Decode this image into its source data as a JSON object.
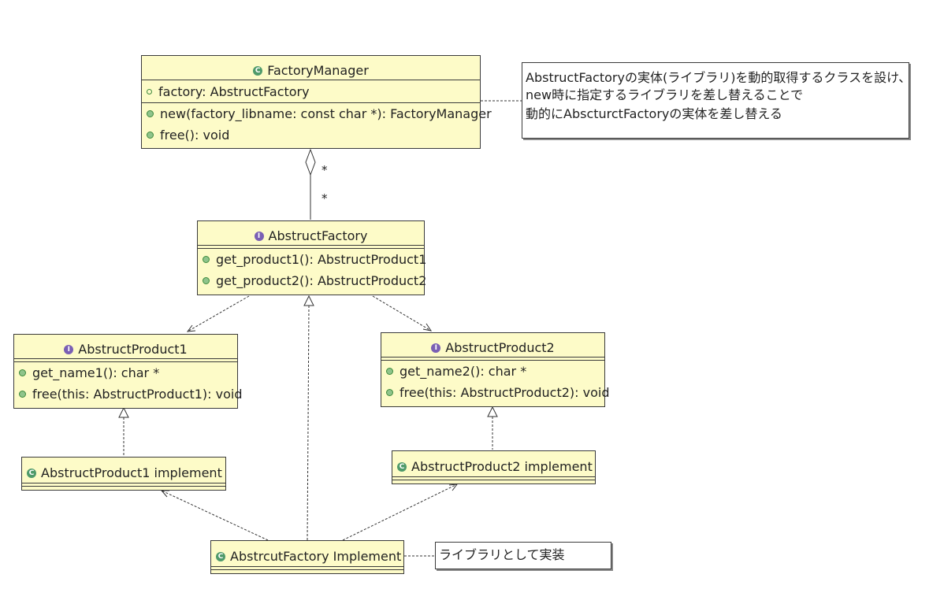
{
  "classes": {
    "factory_manager": {
      "name": "FactoryManager",
      "attribute": "factory: AbstructFactory",
      "op1": "new(factory_libname: const char *): FactoryManager",
      "op2": "free(): void"
    },
    "abstruct_factory": {
      "name": "AbstructFactory",
      "op1": "get_product1(): AbstructProduct1",
      "op2": "get_product2(): AbstructProduct2"
    },
    "abstruct_product1": {
      "name": "AbstructProduct1",
      "op1": "get_name1(): char *",
      "op2": "free(this: AbstructProduct1): void"
    },
    "abstruct_product2": {
      "name": "AbstructProduct2",
      "op1": "get_name2(): char *",
      "op2": "free(this: AbstructProduct2): void"
    },
    "product1_impl": {
      "name": "AbstructProduct1 implement"
    },
    "product2_impl": {
      "name": "AbstructProduct2 implement"
    },
    "factory_impl": {
      "name": "AbstrcutFactory Implement"
    }
  },
  "badges": {
    "class": "C",
    "interface": "I"
  },
  "multiplicity": {
    "top": "*",
    "bottom": "*"
  },
  "notes": {
    "manager_note": {
      "line1": "AbstructFactoryの実体(ライブラリ)を動的取得するクラスを設け、",
      "line2": "new時に指定するライブラリを差し替えることで",
      "line3": "動的にAbscturctFactoryの実体を差し替える"
    },
    "impl_note": {
      "line1": "ライブラリとして実装"
    }
  },
  "colors": {
    "class_fill": "#fdfbc8",
    "border": "#3a3a3a",
    "class_badge": "#4f9a6a",
    "interface_badge": "#7a5fb4",
    "member_dot": "#8fc48b"
  }
}
